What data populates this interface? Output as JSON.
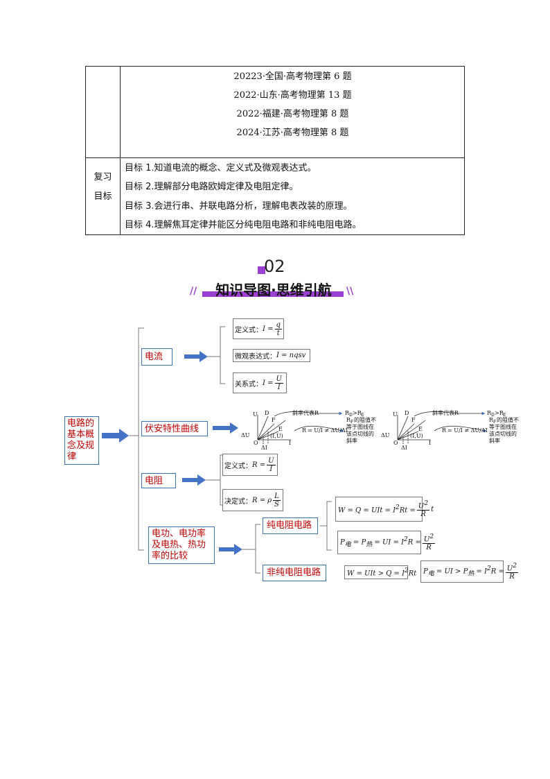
{
  "table": {
    "exams": [
      "20223·全国·高考物理第 6 题",
      "2022·山东·高考物理第 13 题",
      "2022·福建·高考物理第 8 题",
      "2024·江苏·高考物理第 8 题"
    ],
    "label_line1": "复习",
    "label_line2": "目标",
    "goals": [
      "目标 1.知道电流的概念、定义式及微观表达式。",
      "目标 2.理解部分电路欧姆定律及电阻定律。",
      "目标 3.会进行串、并联电路分析，理解电表改装的原理。",
      "目标 4.理解焦耳定律并能区分纯电阻电路和非纯电阻电路。"
    ]
  },
  "section": {
    "number": "02",
    "title": "知识导图·思维引航"
  },
  "mindmap": {
    "root": "电路的基本概念及规律",
    "current": {
      "label": "电流",
      "def_label": "定义式：",
      "micro_label": "微观表达式：",
      "micro_formula": "I = nqsv",
      "rel_label": "关系式："
    },
    "iv_curve": {
      "label": "伏安特性曲线"
    },
    "resistance": {
      "label": "电阻",
      "def_label": "定义式：",
      "law_label": "决定式："
    },
    "power": {
      "label": "电功、电功率及电热、热功率的比较",
      "pure_label": "纯电阻电路",
      "nonpure_label": "非纯电阻电路"
    },
    "graph": {
      "slope_note": "斜率代表R",
      "compare": "R_D>R_E",
      "resist_note_1": "R",
      "resist_note_2": "的阻值不等于图线在该点切线的斜率",
      "point": "(I,U)"
    }
  }
}
